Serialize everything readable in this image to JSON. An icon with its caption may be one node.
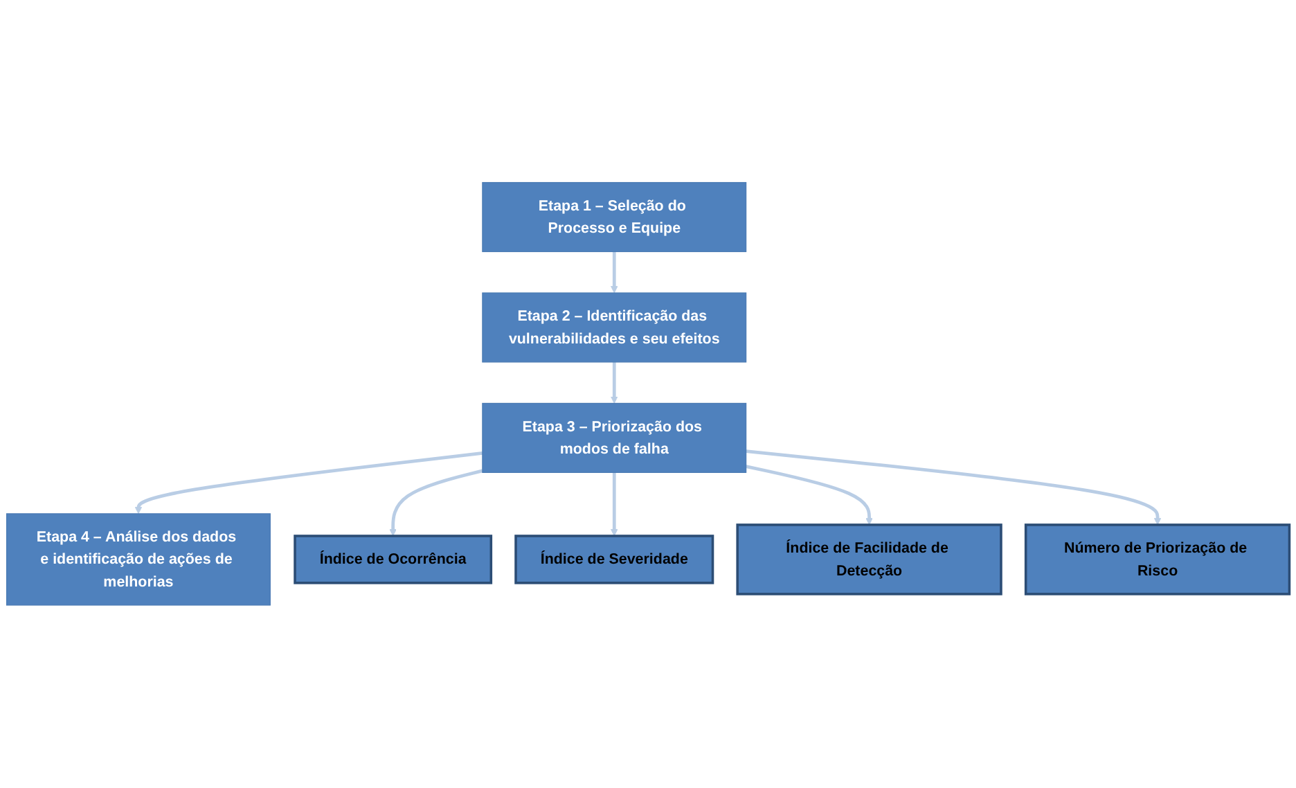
{
  "diagram": {
    "nodes": [
      {
        "text": [
          "Etapa 1 – Seleção do Processo e Equipe"
        ]
      },
      {
        "text": [
          "Etapa 2 – Identificação das vulnerabilidades e seu efeitos"
        ]
      },
      {
        "text": [
          "Etapa 3 – Priorização dos modos de falha"
        ]
      },
      {
        "text": [
          "Etapa 4 – Análise dos dados e identificação de ações de melhorias"
        ]
      },
      {
        "text": [
          "Índice de Ocorrência"
        ]
      },
      {
        "text": [
          "Índice de Severidade"
        ]
      },
      {
        "text": [
          "Índice de Facilidade de Detecção"
        ]
      },
      {
        "text": [
          "Número de Priorização de Risco"
        ]
      }
    ],
    "edges": [
      {
        "from": 0,
        "to": 1,
        "arrow": "to"
      },
      {
        "from": 1,
        "to": 2,
        "arrow": "to"
      },
      {
        "from": 2,
        "to": 3,
        "arrow": "to"
      },
      {
        "from": 2,
        "to": 4,
        "arrow": "to"
      },
      {
        "from": 2,
        "to": 5,
        "arrow": "to"
      },
      {
        "from": 2,
        "to": 6,
        "arrow": "to"
      },
      {
        "from": 2,
        "to": 7,
        "arrow": "to"
      }
    ]
  }
}
